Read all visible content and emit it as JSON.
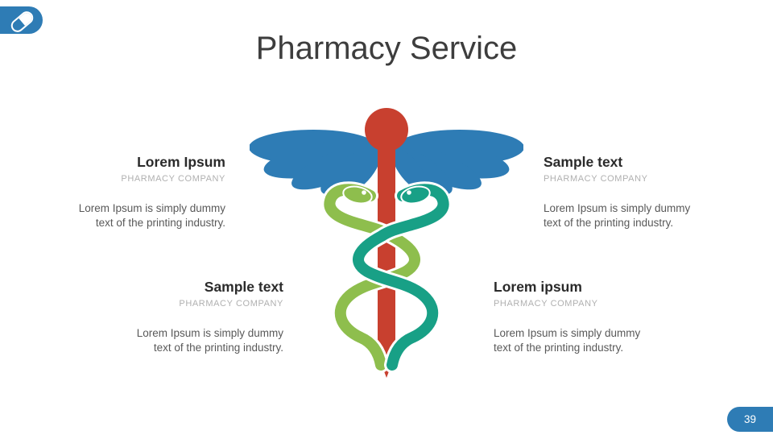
{
  "slide": {
    "title": "Pharmacy Service",
    "page_number": "39",
    "colors": {
      "accent_blue": "#2E7CB5",
      "staff_red": "#C8402F",
      "snake_light_green": "#8EBE4D",
      "snake_teal": "#18A086",
      "title_text": "#3D3D3D",
      "heading_text": "#2B2B2B",
      "subheading_text": "#B0B0B0",
      "body_text": "#595959"
    },
    "icons": {
      "top_left_badge": "pill-capsule-icon",
      "center_graphic": "caduceus-icon"
    },
    "blocks": [
      {
        "position": "top-left",
        "heading": "Lorem Ipsum",
        "subheading": "PHARMACY COMPANY",
        "body": "Lorem Ipsum is simply dummy text of the printing industry."
      },
      {
        "position": "top-right",
        "heading": "Sample text",
        "subheading": "PHARMACY COMPANY",
        "body": "Lorem Ipsum is simply dummy text of the printing industry."
      },
      {
        "position": "bottom-left",
        "heading": "Sample text",
        "subheading": "PHARMACY COMPANY",
        "body": "Lorem Ipsum is simply dummy text of the printing industry."
      },
      {
        "position": "bottom-right",
        "heading": "Lorem ipsum",
        "subheading": "PHARMACY COMPANY",
        "body": "Lorem Ipsum is simply dummy text of the printing industry."
      }
    ]
  }
}
